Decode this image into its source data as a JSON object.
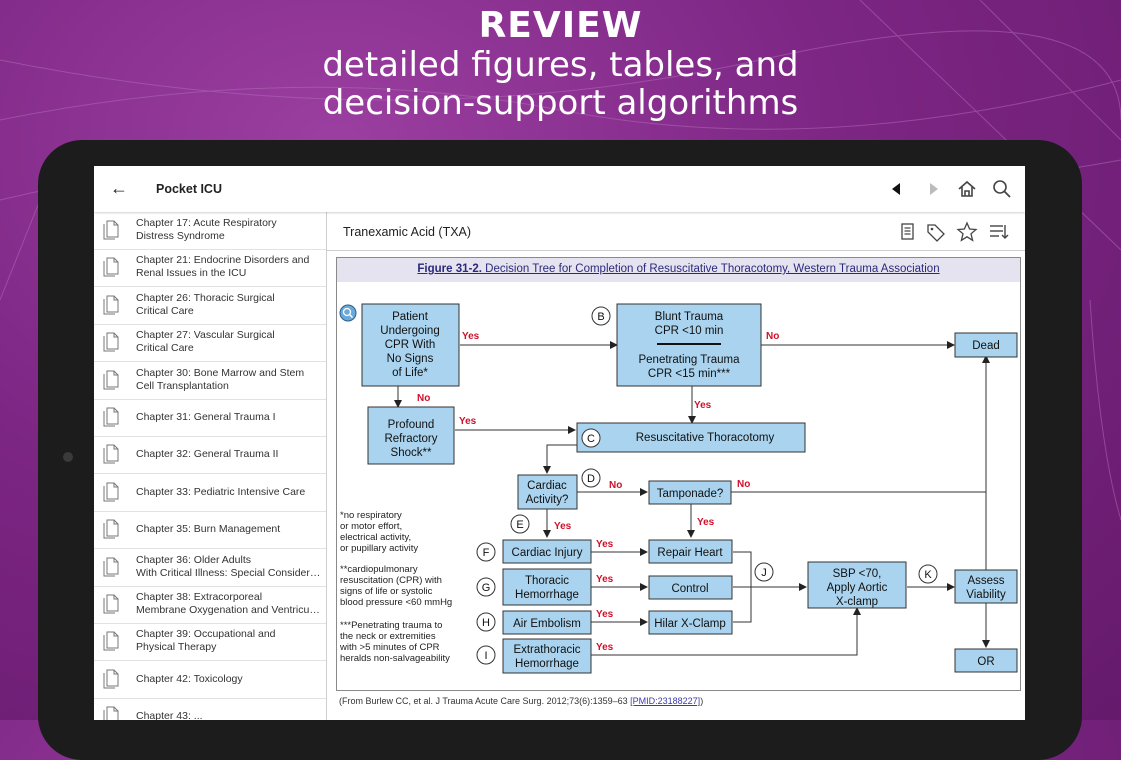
{
  "promo": {
    "headline": "REVIEW",
    "line1": "detailed figures, tables, and",
    "line2": "decision-support algorithms"
  },
  "appbar": {
    "title": "Pocket ICU",
    "icons": [
      "back-arrow-icon",
      "prev-triangle-icon",
      "next-triangle-icon",
      "home-icon",
      "search-icon"
    ]
  },
  "sidebar": {
    "items": [
      {
        "line1": "Chapter 17: Acute Respiratory",
        "line2": "Distress Syndrome"
      },
      {
        "line1": "Chapter 21: Endocrine Disorders and",
        "line2": "Renal Issues in the ICU"
      },
      {
        "line1": "Chapter 26: Thoracic Surgical",
        "line2": "Critical Care"
      },
      {
        "line1": "Chapter 27: Vascular Surgical",
        "line2": "Critical Care"
      },
      {
        "line1": "Chapter 30: Bone Marrow and Stem",
        "line2": "Cell Transplantation"
      },
      {
        "line1": "Chapter 31: General Trauma I",
        "line2": ""
      },
      {
        "line1": "Chapter 32: General Trauma II",
        "line2": ""
      },
      {
        "line1": "Chapter 33: Pediatric Intensive Care",
        "line2": ""
      },
      {
        "line1": "Chapter 35: Burn Management",
        "line2": ""
      },
      {
        "line1": "Chapter 36: Older Adults",
        "line2": "With Critical Illness: Special Considerations"
      },
      {
        "line1": "Chapter 38: Extracorporeal",
        "line2": "Membrane Oxygenation and Ventricular Assist Devices"
      },
      {
        "line1": "Chapter 39: Occupational and",
        "line2": "Physical Therapy"
      },
      {
        "line1": "Chapter 42: Toxicology",
        "line2": ""
      },
      {
        "line1": "Chapter 43: ...",
        "line2": ""
      }
    ]
  },
  "content": {
    "title": "Tranexamic Acid (TXA)",
    "icons": [
      "notes-icon",
      "tag-icon",
      "star-icon",
      "list-icon"
    ],
    "figure": {
      "caption_label": "Figure 31-2.",
      "caption_text": " Decision Tree for Completion of Resuscitative Thoracotomy, Western Trauma Association",
      "boxes": {
        "patient": [
          "Patient",
          "Undergoing",
          "CPR With",
          "No Signs",
          "of Life*"
        ],
        "blunt": [
          "Blunt Trauma",
          "CPR <10 min"
        ],
        "penetrating": [
          "Penetrating Trauma",
          "CPR <15 min***"
        ],
        "dead": "Dead",
        "shock": [
          "Profound",
          "Refractory",
          "Shock**"
        ],
        "thoracotomy": "Resuscitative Thoracotomy",
        "cardiac": [
          "Cardiac",
          "Activity?"
        ],
        "tamponade": "Tamponade?",
        "injury": "Cardiac Injury",
        "repair": "Repair Heart",
        "thoracic": [
          "Thoracic",
          "Hemorrhage"
        ],
        "control": "Control",
        "embolism": "Air Embolism",
        "hilar": "Hilar X-Clamp",
        "extra": [
          "Extrathoracic",
          "Hemorrhage"
        ],
        "sbp": [
          "SBP <70,",
          "Apply Aortic",
          "X-clamp"
        ],
        "assess": [
          "Assess",
          "Viability"
        ],
        "or": "OR"
      },
      "circles": {
        "b": "B",
        "c": "C",
        "d": "D",
        "e": "E",
        "f": "F",
        "g": "G",
        "h": "H",
        "i": "I",
        "j": "J",
        "k": "K"
      },
      "yes": "Yes",
      "no": "No",
      "notes": {
        "n1": [
          "*no respiratory",
          "or motor effort,",
          "electrical activity,",
          "or pupillary activity"
        ],
        "n2": [
          "**cardiopulmonary",
          "resuscitation (CPR) with",
          "signs of life or systolic",
          "blood pressure <60 mmHg"
        ],
        "n3": [
          "***Penetrating trauma to",
          "the neck or extremities",
          "with >5 minutes of CPR",
          "heralds non-salvageability"
        ]
      }
    },
    "source_text": "(From Burlew CC, et al. J Trauma Acute Care Surg. 2012;73(6):1359–63 ",
    "source_link": "[PMID:23188227]",
    "source_end": ")"
  },
  "colors": {
    "background": "#7d2684",
    "box_fill": "#a9d3ee",
    "yes_no": "#d0102a"
  }
}
